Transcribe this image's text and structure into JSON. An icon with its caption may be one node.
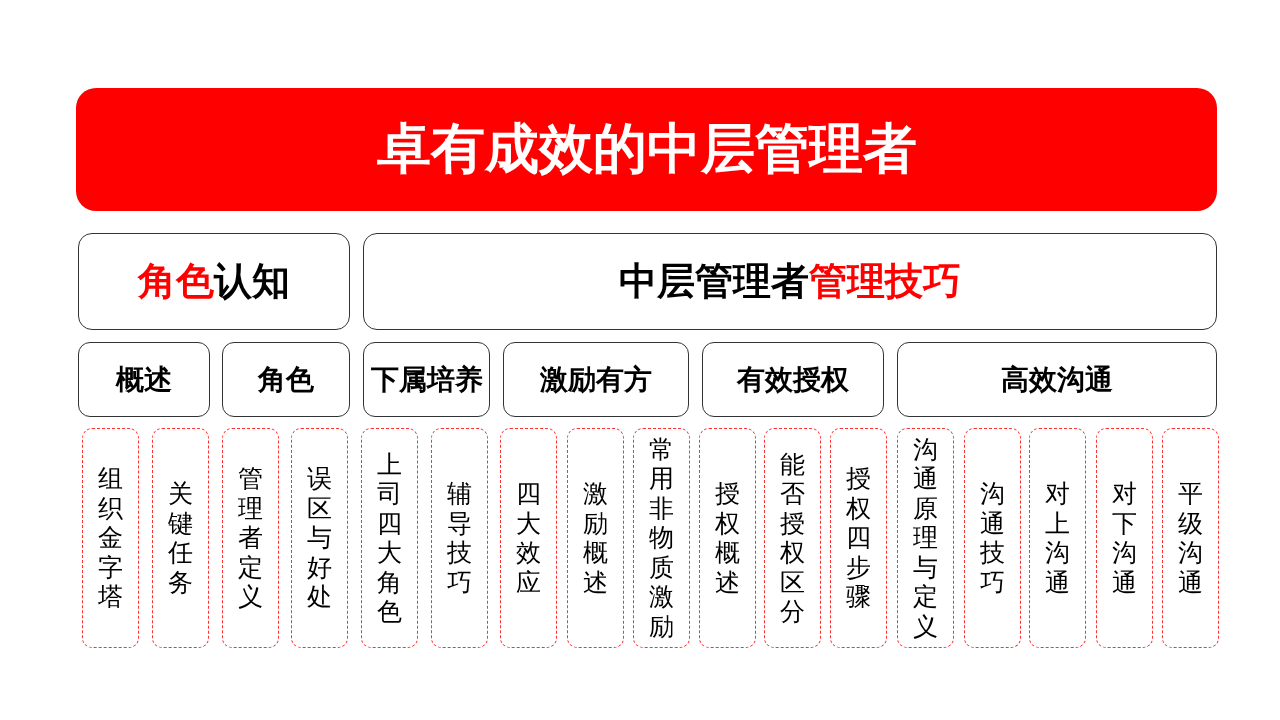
{
  "diagram": {
    "nodes": [
      {
        "text": [
          "卓有成效的中层管理者"
        ]
      },
      {
        "text": [
          "角色认知"
        ]
      },
      {
        "text": [
          "中层管理者管理技巧"
        ]
      },
      {
        "text": [
          "概述"
        ]
      },
      {
        "text": [
          "角色"
        ]
      },
      {
        "text": [
          "下属培养"
        ]
      },
      {
        "text": [
          "激励有方"
        ]
      },
      {
        "text": [
          "有效授权"
        ]
      },
      {
        "text": [
          "高效沟通"
        ]
      },
      {
        "text": [
          "组织金字塔"
        ]
      },
      {
        "text": [
          "关键任务"
        ]
      },
      {
        "text": [
          "管理者定义"
        ]
      },
      {
        "text": [
          "误区与好处"
        ]
      },
      {
        "text": [
          "上司四大角色"
        ]
      },
      {
        "text": [
          "辅导技巧"
        ]
      },
      {
        "text": [
          "四大效应"
        ]
      },
      {
        "text": [
          "激励概述"
        ]
      },
      {
        "text": [
          "常用非物质激励"
        ]
      },
      {
        "text": [
          "授权概述"
        ]
      },
      {
        "text": [
          "能否授权区分"
        ]
      },
      {
        "text": [
          "授权四步骤"
        ]
      },
      {
        "text": [
          "沟通原理与定义"
        ]
      },
      {
        "text": [
          "沟通技巧"
        ]
      },
      {
        "text": [
          "对上沟通"
        ]
      },
      {
        "text": [
          "对下沟通"
        ]
      },
      {
        "text": [
          "平级沟通"
        ]
      }
    ],
    "edges": []
  }
}
